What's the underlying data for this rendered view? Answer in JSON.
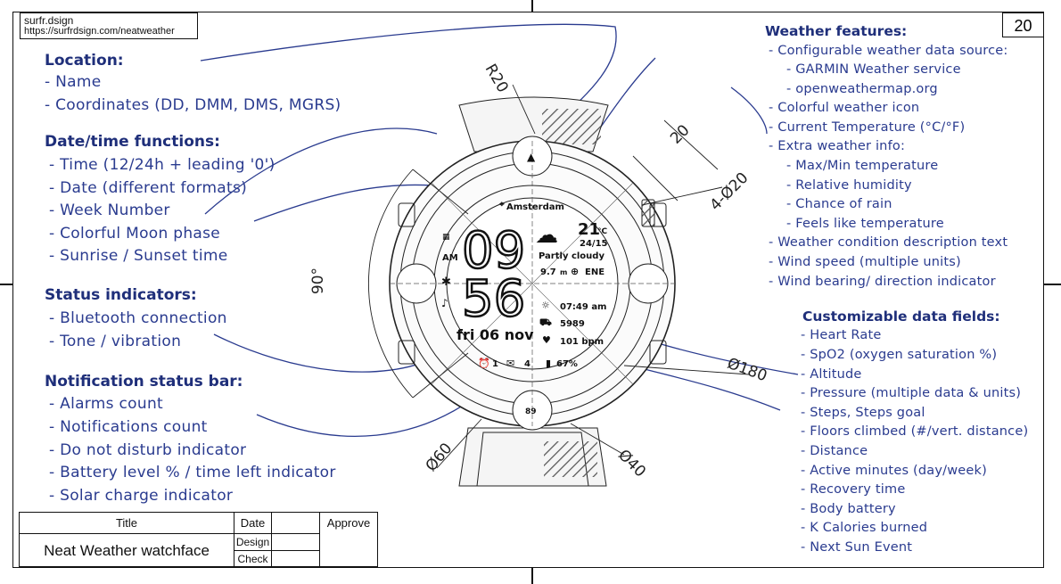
{
  "brand": {
    "name": "surfr.dsign",
    "url": "https://surfrdsign.com/neatweather"
  },
  "page_number": "20",
  "left_sections": [
    {
      "title": "Location:",
      "items": [
        "- Name",
        "- Coordinates (DD, DMM, DMS, MGRS)"
      ]
    },
    {
      "title": "Date/time functions:",
      "items": [
        "- Time (12/24h + leading '0')",
        "- Date (different formats)",
        "- Week Number",
        "- Colorful Moon phase",
        "- Sunrise / Sunset time"
      ]
    },
    {
      "title": "Status indicators:",
      "items": [
        "- Bluetooth connection",
        "- Tone / vibration"
      ]
    },
    {
      "title": "Notification status bar:",
      "items": [
        "- Alarms count",
        "- Notifications count",
        "- Do not disturb indicator",
        "- Battery level % / time left indicator",
        "- Solar charge indicator"
      ]
    }
  ],
  "weather_features": {
    "title": "Weather features:",
    "items": [
      "- Configurable weather data source:",
      "- GARMIN Weather service",
      "- openweathermap.org",
      "- Colorful weather icon",
      "- Current Temperature (°C/°F)",
      "- Extra weather info:",
      "- Max/Min temperature",
      "- Relative humidity",
      "- Chance of rain",
      "- Feels like temperature",
      "- Weather condition description text",
      "- Wind speed (multiple units)",
      "- Wind bearing/ direction indicator"
    ]
  },
  "data_fields": {
    "title": "Customizable data fields:",
    "items": [
      "- Heart Rate",
      "- SpO2 (oxygen saturation %)",
      "- Altitude",
      "- Pressure (multiple data & units)",
      "- Steps, Steps goal",
      "- Floors climbed (#/vert. distance)",
      "- Distance",
      "- Active minutes (day/week)",
      "- Recovery time",
      "- Body battery",
      "- K Calories burned",
      "- Next Sun Event"
    ]
  },
  "dimensions": {
    "r20": "R20",
    "d20": "20",
    "d4_20": "4-Ø20",
    "angle90": "90°",
    "d180": "Ø180",
    "d60": "Ø60",
    "d40": "Ø40"
  },
  "watch": {
    "location": "Amsterdam",
    "hours": "09",
    "minutes": "56",
    "ampm": "AM",
    "temperature": "21",
    "temp_unit": "°C",
    "minmax": "24/15",
    "condition": "Partly cloudy",
    "wind": "9.7",
    "wind_unit": "m",
    "wind_dir": "ENE",
    "sun_event": "07:49 am",
    "steps": "5989",
    "heart_rate": "101 bpm",
    "date": "fri 06 nov",
    "alarms": "1",
    "notifications": "4",
    "battery": "67%",
    "sub_top": "▲",
    "sub_bottom": "89"
  },
  "title_block": {
    "title_label": "Title",
    "title_value": "Neat Weather watchface",
    "date_label": "Date",
    "design_label": "Design",
    "check_label": "Check",
    "approve_label": "Approve"
  }
}
